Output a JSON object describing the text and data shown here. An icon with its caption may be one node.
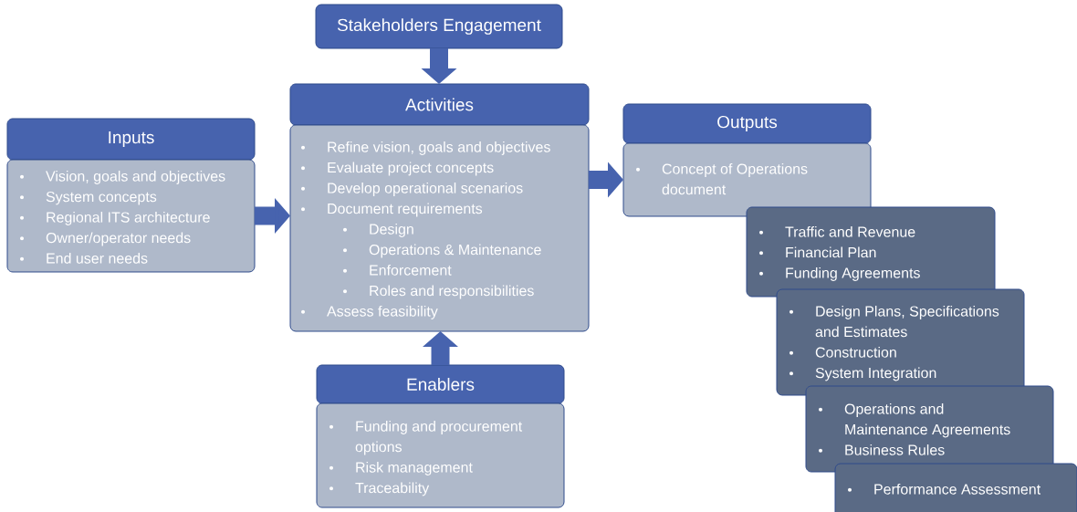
{
  "diagram": {
    "nodes": [
      {
        "text": [
          "Stakeholders Engagement"
        ]
      },
      {
        "text": [
          "Activities"
        ]
      },
      {
        "text": [
          "Refine vision, goals and objectives",
          "Evaluate project concepts",
          "Develop operational scenarios",
          "Document requirements",
          "Design",
          "Operations & Maintenance",
          "Enforcement",
          "Roles and responsibilities",
          "Assess feasibility"
        ]
      },
      {
        "text": [
          "Inputs"
        ]
      },
      {
        "text": [
          "Vision, goals and objectives",
          "System concepts",
          "Regional ITS architecture",
          "Owner/operator needs",
          "End user needs"
        ]
      },
      {
        "text": [
          "Outputs"
        ]
      },
      {
        "text": [
          "Concept of Operations document"
        ]
      },
      {
        "text": [
          "Traffic and Revenue",
          "Financial Plan",
          "Funding Agreements"
        ]
      },
      {
        "text": [
          "Design Plans, Specifications and Estimates",
          "Construction",
          "System Integration"
        ]
      },
      {
        "text": [
          "Operations and Maintenance Agreements",
          "Business Rules"
        ]
      },
      {
        "text": [
          "Performance Assessment"
        ]
      },
      {
        "text": [
          "Enablers"
        ]
      },
      {
        "text": [
          "Funding and procurement options",
          "Risk management",
          "Traceability"
        ]
      }
    ],
    "edges": [
      {
        "from": 0,
        "to": 1,
        "arrow": "to"
      },
      {
        "from": 4,
        "to": 2,
        "arrow": "to"
      },
      {
        "from": 2,
        "to": 6,
        "arrow": "to"
      },
      {
        "from": 11,
        "to": 2,
        "arrow": "to"
      }
    ]
  }
}
